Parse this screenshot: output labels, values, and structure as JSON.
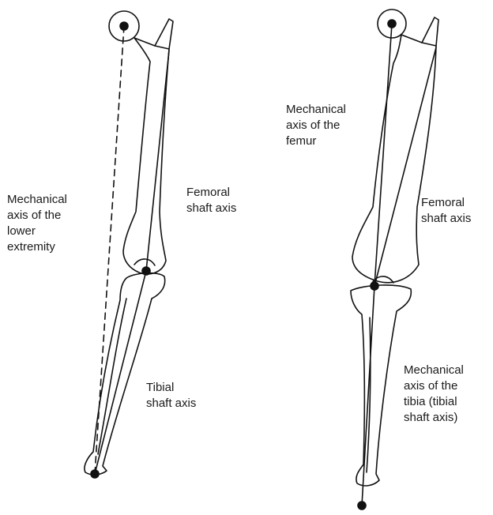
{
  "labels": {
    "left": {
      "mechanical_axis_lower_extremity": "Mechanical\naxis of the\nlower\nextremity",
      "femoral_shaft_axis": "Femoral\nshaft axis",
      "tibial_shaft_axis": "Tibial\nshaft axis"
    },
    "right": {
      "mechanical_axis_femur": "Mechanical\naxis of the\nfemur",
      "femoral_shaft_axis": "Femoral\nshaft axis",
      "mechanical_axis_tibia": "Mechanical\naxis of the\ntibia (tibial\nshaft axis)"
    }
  },
  "colors": {
    "line": "#111111",
    "background": "#ffffff"
  }
}
